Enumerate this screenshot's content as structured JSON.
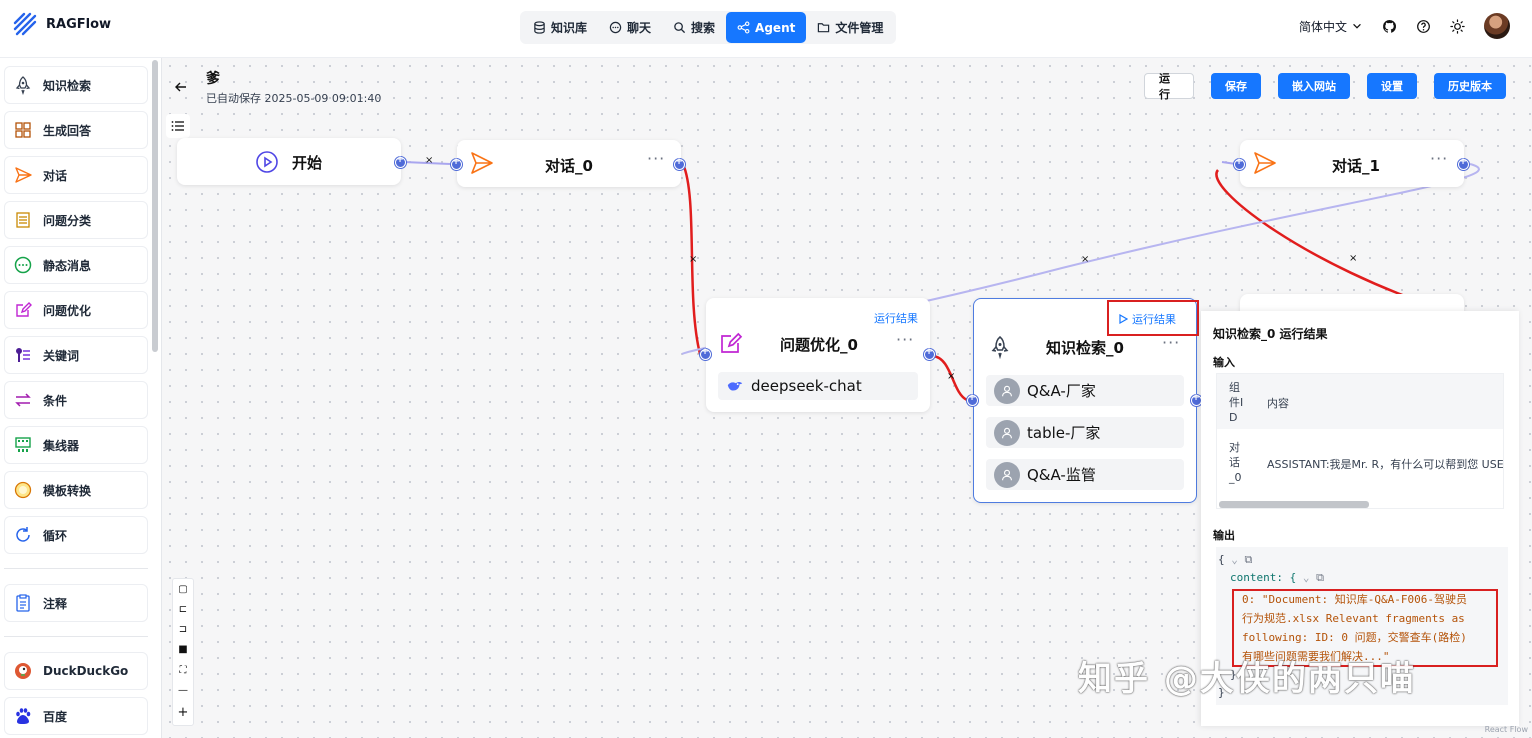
{
  "brand": {
    "name": "RAGFlow",
    "accent": "#1677ff"
  },
  "nav": [
    {
      "label": "知识库",
      "icon": "database-icon"
    },
    {
      "label": "聊天",
      "icon": "chat-icon"
    },
    {
      "label": "搜索",
      "icon": "search-icon"
    },
    {
      "label": "Agent",
      "icon": "agent-icon",
      "active": true
    },
    {
      "label": "文件管理",
      "icon": "folder-icon"
    }
  ],
  "topbar": {
    "language": "简体中文"
  },
  "sidebar": {
    "operators": [
      {
        "label": "知识检索",
        "icon": "rocket-icon"
      },
      {
        "label": "生成回答",
        "icon": "grid-icon"
      },
      {
        "label": "对话",
        "icon": "send-icon"
      },
      {
        "label": "问题分类",
        "icon": "list-icon"
      },
      {
        "label": "静态消息",
        "icon": "message-icon"
      },
      {
        "label": "问题优化",
        "icon": "edit-icon"
      },
      {
        "label": "关键词",
        "icon": "keyword-icon"
      },
      {
        "label": "条件",
        "icon": "switch-icon"
      },
      {
        "label": "集线器",
        "icon": "hub-icon"
      },
      {
        "label": "模板转换",
        "icon": "template-icon"
      },
      {
        "label": "循环",
        "icon": "loop-icon"
      },
      {
        "label": "注释",
        "icon": "note-icon"
      },
      {
        "label": "DuckDuckGo",
        "icon": "duckduckgo-icon"
      },
      {
        "label": "百度",
        "icon": "baidu-icon"
      }
    ]
  },
  "flow": {
    "name": "爹",
    "saved": "已自动保存 2025-05-09 09:01:40",
    "actions": {
      "run": "运行",
      "save": "保存",
      "embed": "嵌入网站",
      "settings": "设置",
      "history": "历史版本"
    }
  },
  "nodes": {
    "start": {
      "title": "开始"
    },
    "dialog0": {
      "title": "对话_0",
      "more": "···"
    },
    "dialog1": {
      "title": "对话_1",
      "more": "···"
    },
    "rewrite0": {
      "title": "问题优化_0",
      "more": "···",
      "run_result": "运行结果",
      "model": "deepseek-chat"
    },
    "retrieval0": {
      "title": "知识检索_0",
      "more": "···",
      "run_result": "运行结果",
      "kbs": [
        "Q&A-厂家",
        "table-厂家",
        "Q&A-监管"
      ]
    }
  },
  "edges": {
    "delete_mark": "×"
  },
  "panel": {
    "title": "知识检索_0 运行结果",
    "input_label": "输入",
    "output_label": "输出",
    "table_headers": {
      "component_id": "组件ID",
      "content": "内容"
    },
    "table_rows": [
      {
        "component_id": "对话_0",
        "content": "ASSISTANT:我是Mr. R，有什么可以帮到您 USE"
      }
    ],
    "code": {
      "open": "{",
      "content_key": "content: {",
      "line0": "0: \"Document: 知识库-Q&A-F006-驾驶员",
      "line1": "行为规范.xlsx Relevant fragments as",
      "line2": "following: ID: 0 问题，交警查车(路检)",
      "line3": "有哪些问题需要我们解决...\"",
      "close_inner": "}",
      "close": "}"
    }
  },
  "watermark": "知乎 @大侠的两只喵",
  "footer": "React Flow",
  "colors": {
    "edge_red": "#e11d1d",
    "edge_purple": "#a9a6ef",
    "handle": "#4f6bd8",
    "highlight_box": "#d92020"
  }
}
